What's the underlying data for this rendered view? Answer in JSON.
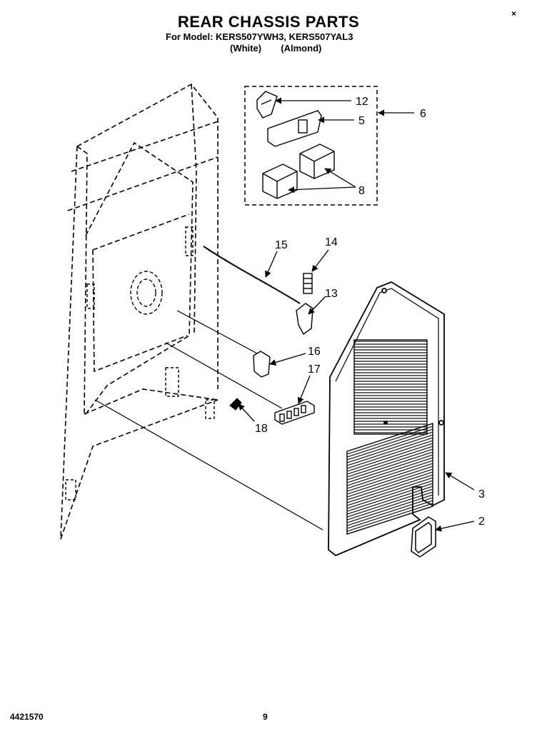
{
  "header": {
    "title": "REAR CHASSIS PARTS",
    "models": "For Model: KERS507YWH3, KERS507YAL3",
    "color_white": "(White)",
    "color_almond": "(Almond)",
    "corner_mark": "×"
  },
  "callouts": {
    "c12": "12",
    "c5": "5",
    "c6": "6",
    "c8": "8",
    "c15": "15",
    "c14": "14",
    "c13": "13",
    "c16": "16",
    "c17": "17",
    "c18": "18",
    "c3": "3",
    "c2": "2"
  },
  "footer": {
    "doc_number": "4421570",
    "page": "9"
  }
}
